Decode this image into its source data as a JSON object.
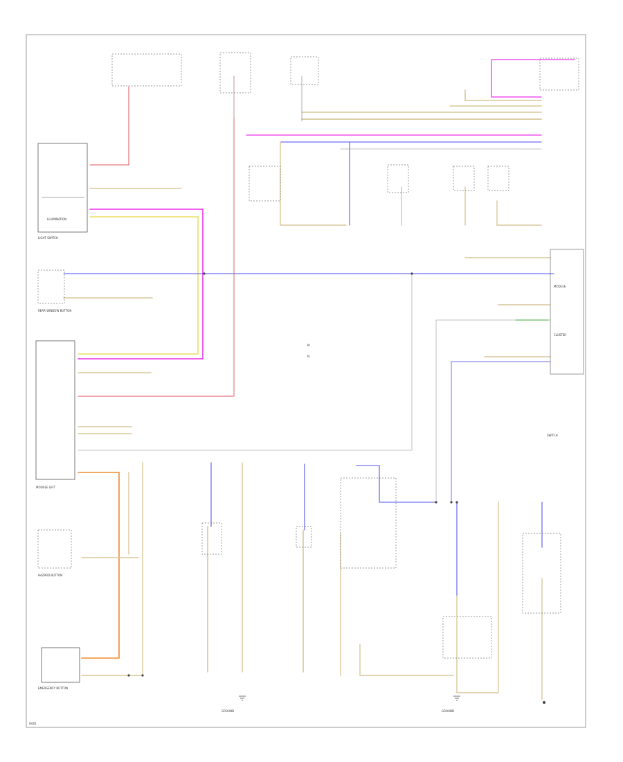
{
  "diagram": {
    "legend": [
      "M",
      "N"
    ],
    "left_components": [
      {
        "id": "light-switch",
        "text": "LIGHT SWITCH"
      },
      {
        "id": "illum-cluster",
        "text": "ILLUMINATION"
      },
      {
        "id": "rear-window-button",
        "text": "REAR WINDOW BUTTON"
      },
      {
        "id": "module-left",
        "text": "MODULE LEFT"
      },
      {
        "id": "hazard-switch",
        "text": "HAZARD BUTTON"
      },
      {
        "id": "emergency-button",
        "text": "EMERGENCY BUTTON"
      }
    ],
    "right_labels": [
      {
        "id": "right-module",
        "text": "MODULE"
      },
      {
        "id": "right-cluster",
        "text": "CLUSTER"
      },
      {
        "id": "right-switch",
        "text": "SWITCH"
      }
    ],
    "footer_left": "G001",
    "footer_mid": "GROUND",
    "footer_right": "GROUND",
    "wire_colors": {
      "red": "#e0505a",
      "magenta": "#ee30ee",
      "blue": "#3a3af0",
      "lavender": "#8a8af0",
      "yellow": "#e8e060",
      "tan": "#d8c79a",
      "orange": "#f08a2a",
      "grey": "#9a9a9a",
      "green": "#3aa83a"
    }
  }
}
